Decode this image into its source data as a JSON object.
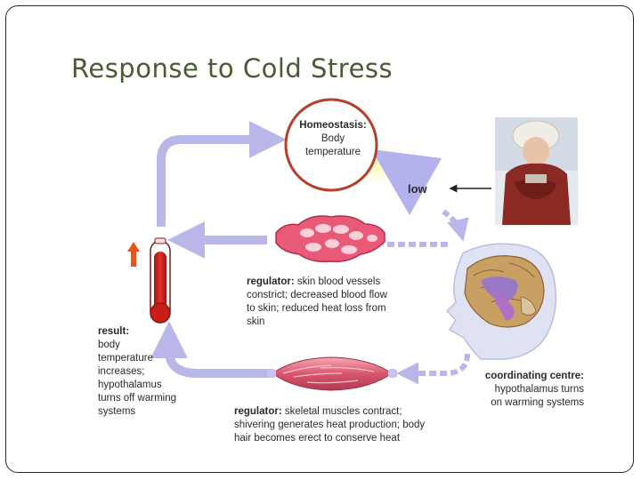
{
  "slide": {
    "title": "Response to Cold Stress"
  },
  "diagram": {
    "homeostasis": {
      "heading": "Homeostasis:",
      "line1": "Body",
      "line2": "temperature"
    },
    "stimulus_label": "low",
    "regulator_vessels": {
      "heading": "regulator:",
      "text1": " skin blood vessels",
      "text2": "constrict; decreased blood flow",
      "text3": "to skin; reduced heat loss from",
      "text4": "skin"
    },
    "regulator_muscles": {
      "heading": "regulator:",
      "text1": " skeletal muscles contract;",
      "text2": "shivering generates heat production; body",
      "text3": "hair becomes erect to conserve heat"
    },
    "result": {
      "heading": "result:",
      "text1": "body",
      "text2": "temperature",
      "text3": "increases;",
      "text4": "hypothalamus",
      "text5": "turns off warming",
      "text6": "systems"
    },
    "coordinating_centre": {
      "heading": "coordinating centre:",
      "text1": "hypothalamus turns",
      "text2": "on warming systems"
    }
  },
  "colors": {
    "title": "#4a5a36",
    "arrow": "#b9b7ea",
    "homeostasis_ring": "#b5402a",
    "vessel": "#e85a78",
    "thermometer_fill": "#c81e16",
    "increase_arrow": "#e8541e",
    "muscle": "#d9566e"
  }
}
